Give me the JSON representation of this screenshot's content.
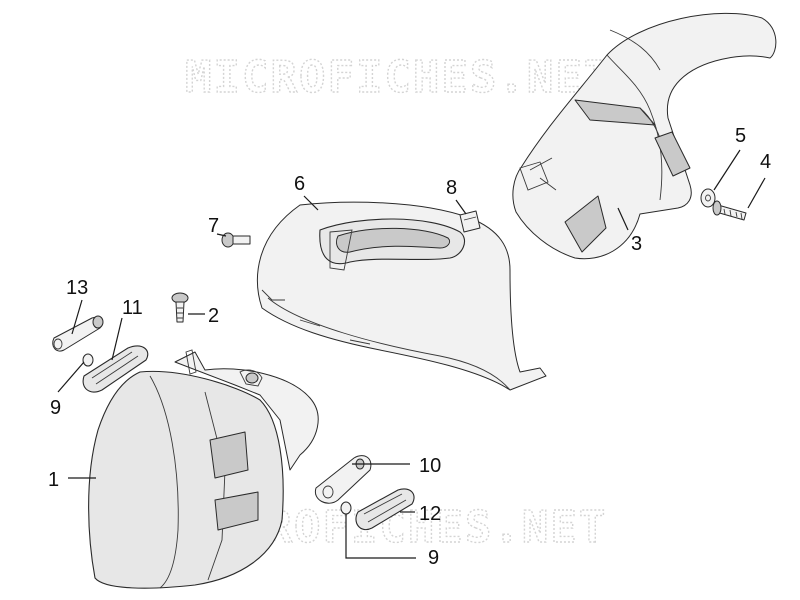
{
  "watermark": "MICROFICHES.NET",
  "callouts": [
    {
      "id": "c1",
      "label": "1"
    },
    {
      "id": "c2",
      "label": "2"
    },
    {
      "id": "c3",
      "label": "3"
    },
    {
      "id": "c4",
      "label": "4"
    },
    {
      "id": "c5",
      "label": "5"
    },
    {
      "id": "c6",
      "label": "6"
    },
    {
      "id": "c7",
      "label": "7"
    },
    {
      "id": "c8",
      "label": "8"
    },
    {
      "id": "c9a",
      "label": "9"
    },
    {
      "id": "c9b",
      "label": "9"
    },
    {
      "id": "c10",
      "label": "10"
    },
    {
      "id": "c11",
      "label": "11"
    },
    {
      "id": "c12",
      "label": "12"
    },
    {
      "id": "c13",
      "label": "13"
    }
  ]
}
